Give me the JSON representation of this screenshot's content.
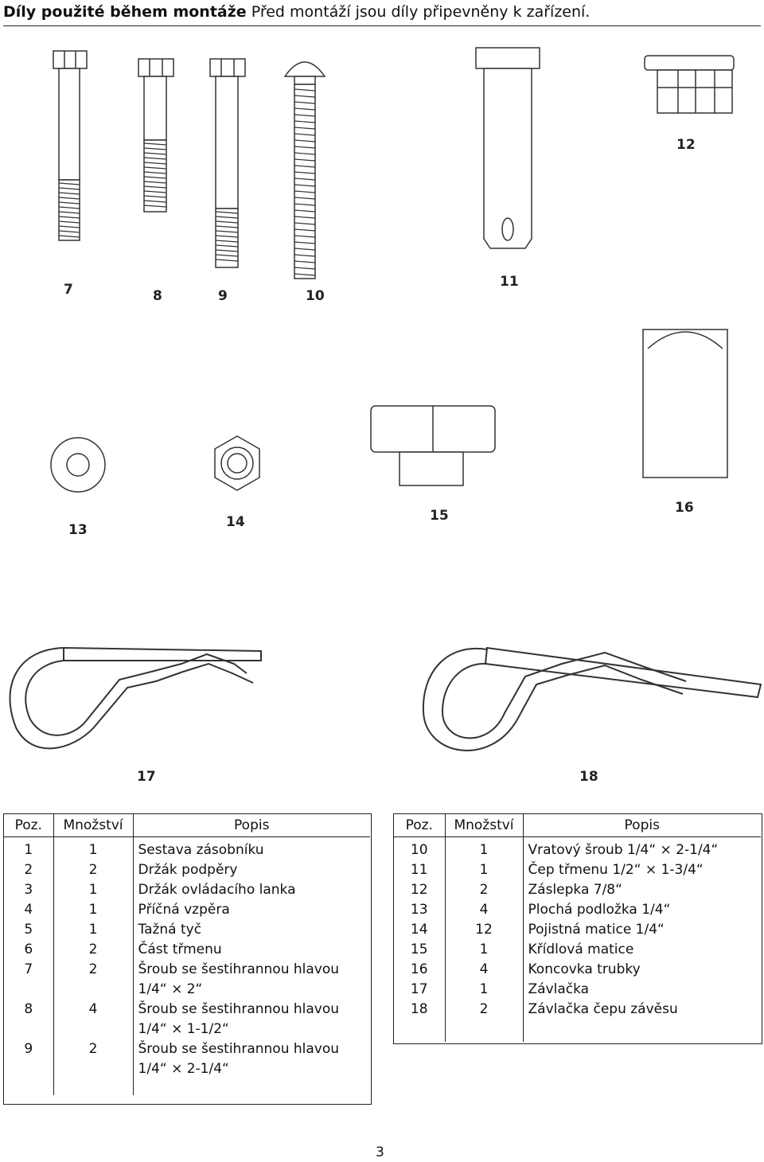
{
  "header": {
    "title": "Díly použité během montáže",
    "subtitle": "Před montáží jsou díly připevněny k zařízení."
  },
  "figures": {
    "labels": [
      "7",
      "8",
      "9",
      "10",
      "11",
      "12",
      "13",
      "14",
      "15",
      "16",
      "17",
      "18"
    ]
  },
  "table_left": {
    "headers": [
      "Poz.",
      "Množství",
      "Popis"
    ],
    "rows": [
      {
        "pos": "1",
        "qty": "1",
        "desc": "Sestava zásobníku"
      },
      {
        "pos": "2",
        "qty": "2",
        "desc": "Držák podpěry"
      },
      {
        "pos": "3",
        "qty": "1",
        "desc": "Držák ovládacího lanka"
      },
      {
        "pos": "4",
        "qty": "1",
        "desc": "Příčná vzpěra"
      },
      {
        "pos": "5",
        "qty": "1",
        "desc": "Tažná tyč"
      },
      {
        "pos": "6",
        "qty": "2",
        "desc": "Část třmenu"
      },
      {
        "pos": "7",
        "qty": "2",
        "desc": "Šroub se šestihrannou hlavou"
      },
      {
        "pos": "",
        "qty": "",
        "desc": "1/4“ × 2“"
      },
      {
        "pos": "8",
        "qty": "4",
        "desc": "Šroub se šestihrannou hlavou"
      },
      {
        "pos": "",
        "qty": "",
        "desc": "1/4“ × 1-1/2“"
      },
      {
        "pos": "9",
        "qty": "2",
        "desc": "Šroub se šestihrannou hlavou"
      },
      {
        "pos": "",
        "qty": "",
        "desc": "1/4“ × 2-1/4“"
      }
    ]
  },
  "table_right": {
    "headers": [
      "Poz.",
      "Množství",
      "Popis"
    ],
    "rows": [
      {
        "pos": "10",
        "qty": "1",
        "desc": "Vratový šroub 1/4“ × 2-1/4“"
      },
      {
        "pos": "11",
        "qty": "1",
        "desc": "Čep třmenu 1/2“ × 1-3/4“"
      },
      {
        "pos": "12",
        "qty": "2",
        "desc": "Záslepka 7/8“"
      },
      {
        "pos": "13",
        "qty": "4",
        "desc": "Plochá podložka 1/4“"
      },
      {
        "pos": "14",
        "qty": "12",
        "desc": "Pojistná matice 1/4“"
      },
      {
        "pos": "15",
        "qty": "1",
        "desc": "Křídlová matice"
      },
      {
        "pos": "16",
        "qty": "4",
        "desc": "Koncovka trubky"
      },
      {
        "pos": "17",
        "qty": "1",
        "desc": "Závlačka"
      },
      {
        "pos": "18",
        "qty": "2",
        "desc": "Závlačka čepu závěsu"
      }
    ]
  },
  "page_number": "3"
}
